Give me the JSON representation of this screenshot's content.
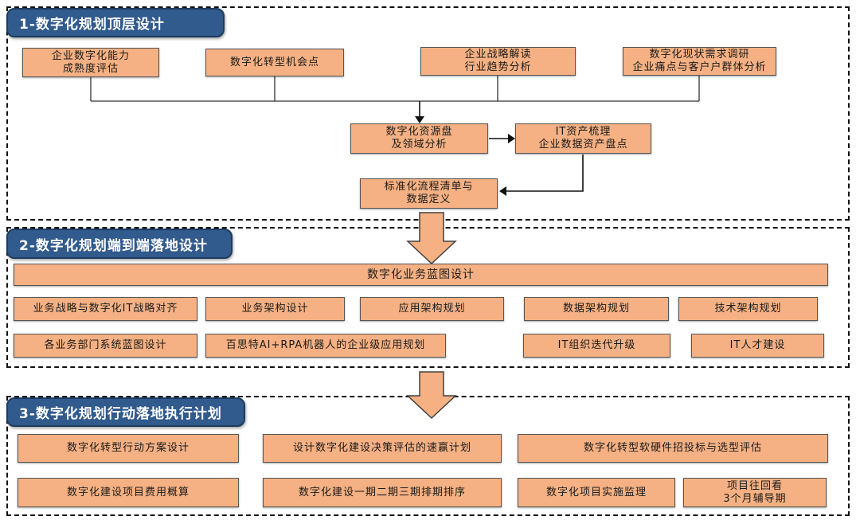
{
  "colors": {
    "box_fill": "#F5B183",
    "box_border": "#555555",
    "title_fill": "#315A8D",
    "title_border": "#1E3C60",
    "dashed_border": "#111111",
    "connector": "#333333",
    "text": "#1a1a1a",
    "title_text": "#ffffff"
  },
  "s1": {
    "title": "1-数字化规划顶层设计",
    "b1": "企业数字化能力\n成熟度评估",
    "b2": "数字化转型机会点",
    "b3": "企业战略解读\n行业趋势分析",
    "b4": "数字化现状需求调研\n企业痛点与客户户群体分析",
    "m1": "数字化资源盘\n及领域分析",
    "m2": "IT资产梳理\n企业数据资产盘点",
    "m3": "标准化流程清单与\n数据定义"
  },
  "s2": {
    "title": "2-数字化规划端到端落地设计",
    "blueprint": "数字化业务蓝图设计",
    "row1": [
      "业务战略与数字化IT战略对齐",
      "业务架构设计",
      "应用架构规划",
      "数据架构规划",
      "技术架构规划"
    ],
    "row2": [
      "各业务部门系统蓝图设计",
      "百思特AI+RPA机器人的企业级应用规划",
      "IT组织迭代升级",
      "IT人才建设"
    ]
  },
  "s3": {
    "title": "3-数字化规划行动落地执行计划",
    "row1": [
      "数字化转型行动方案设计",
      "设计数字化建设决策评估的速赢计划",
      "数字化转型软硬件招投标与选型评估"
    ],
    "row2": [
      "数字化建设项目费用概算",
      "数字化建设一期二期三期排期排序",
      "数字化项目实施监理",
      "项目往回看\n3个月辅导期"
    ]
  }
}
